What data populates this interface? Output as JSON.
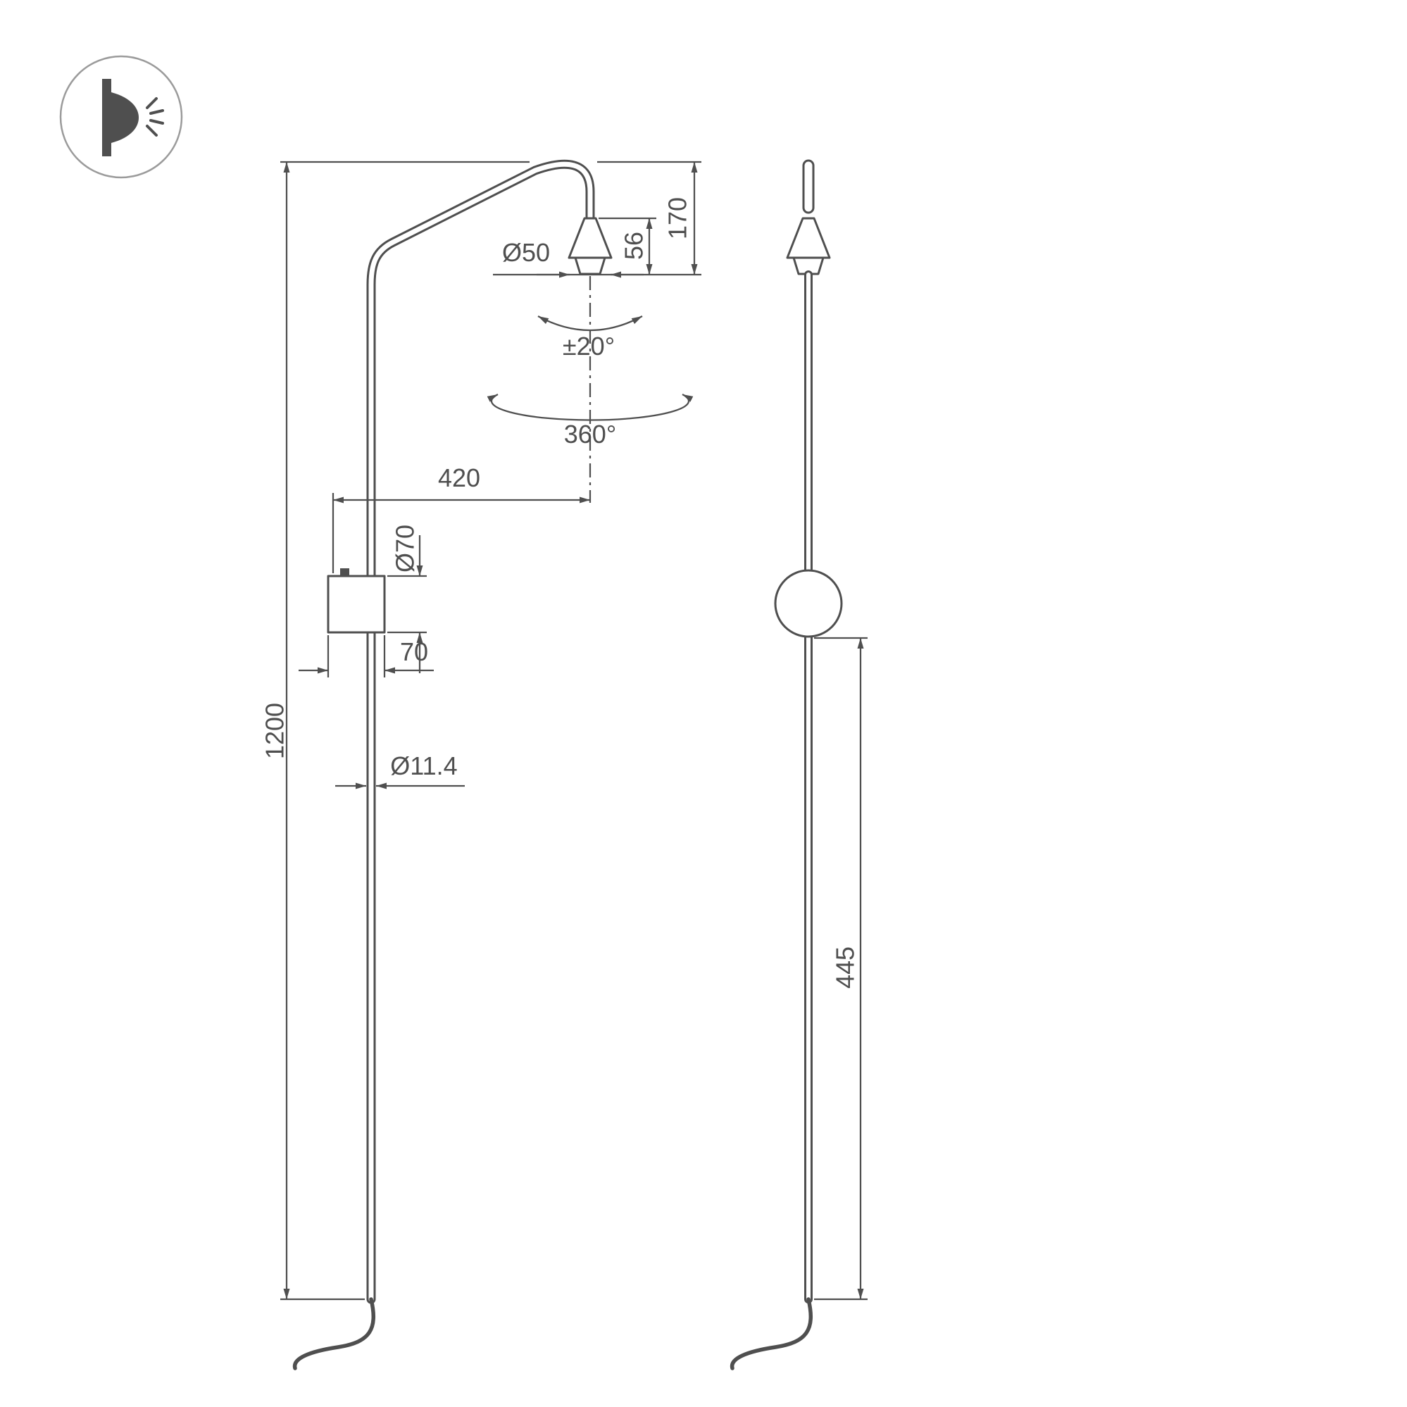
{
  "colors": {
    "line": "#4f4f4f",
    "icon_ring": "#9b9b9b",
    "background": "#ffffff"
  },
  "icon": {
    "name": "wall-light-indicator"
  },
  "dimensions": {
    "height_total": "1200",
    "reach": "420",
    "head_offset": "170",
    "head_height": "56",
    "head_diameter": "Ø50",
    "tilt_range": "±20°",
    "rotation_range": "360°",
    "bracket_height": "Ø70",
    "bracket_width": "70",
    "tube_diameter": "Ø11.4",
    "lower_span": "445"
  }
}
